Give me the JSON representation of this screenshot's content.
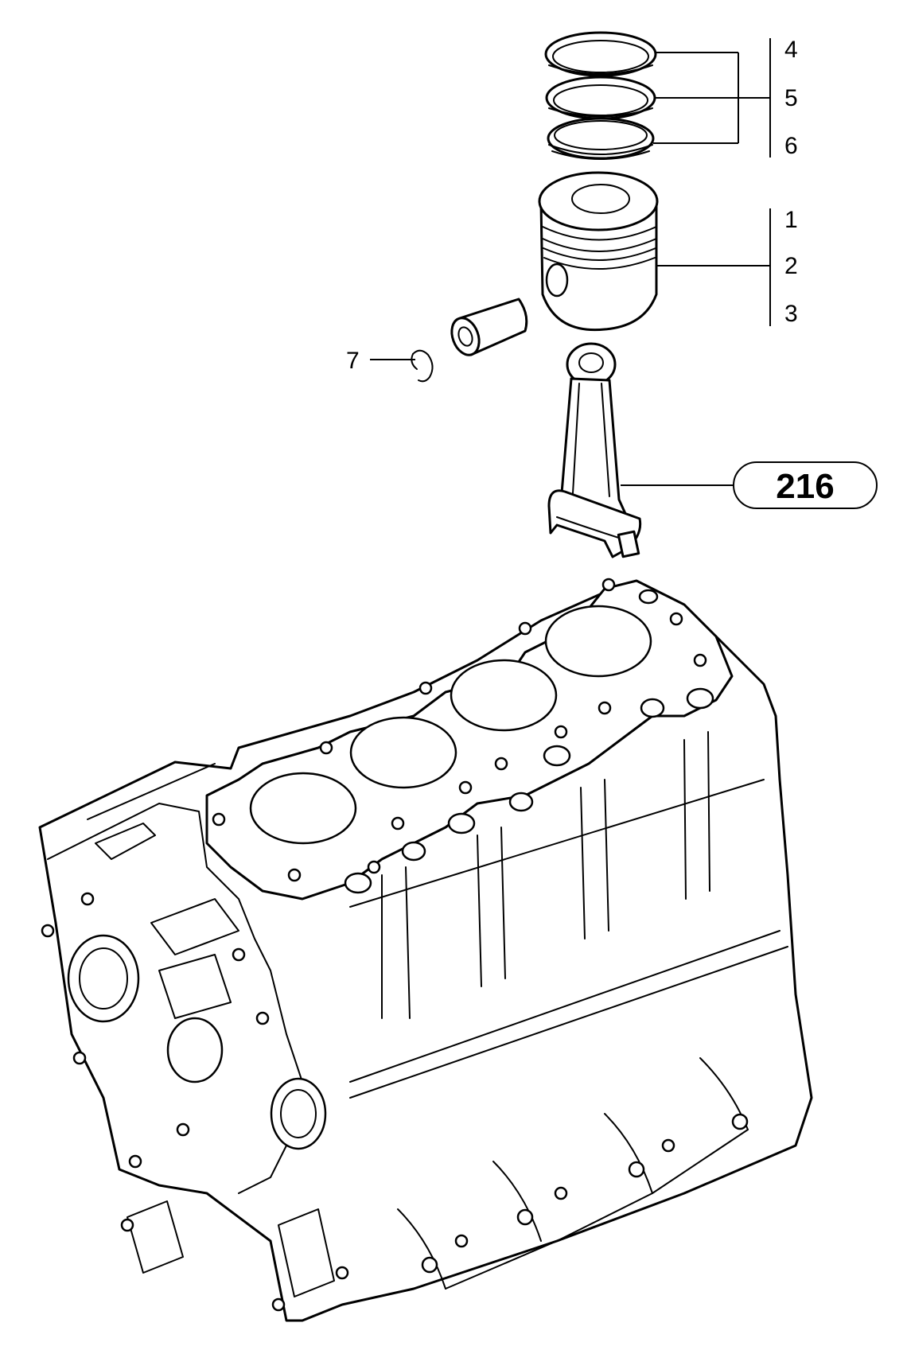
{
  "callouts": {
    "c1": "1",
    "c2": "2",
    "c3": "3",
    "c4": "4",
    "c5": "5",
    "c6": "6",
    "c7": "7"
  },
  "reference_badge": "216"
}
